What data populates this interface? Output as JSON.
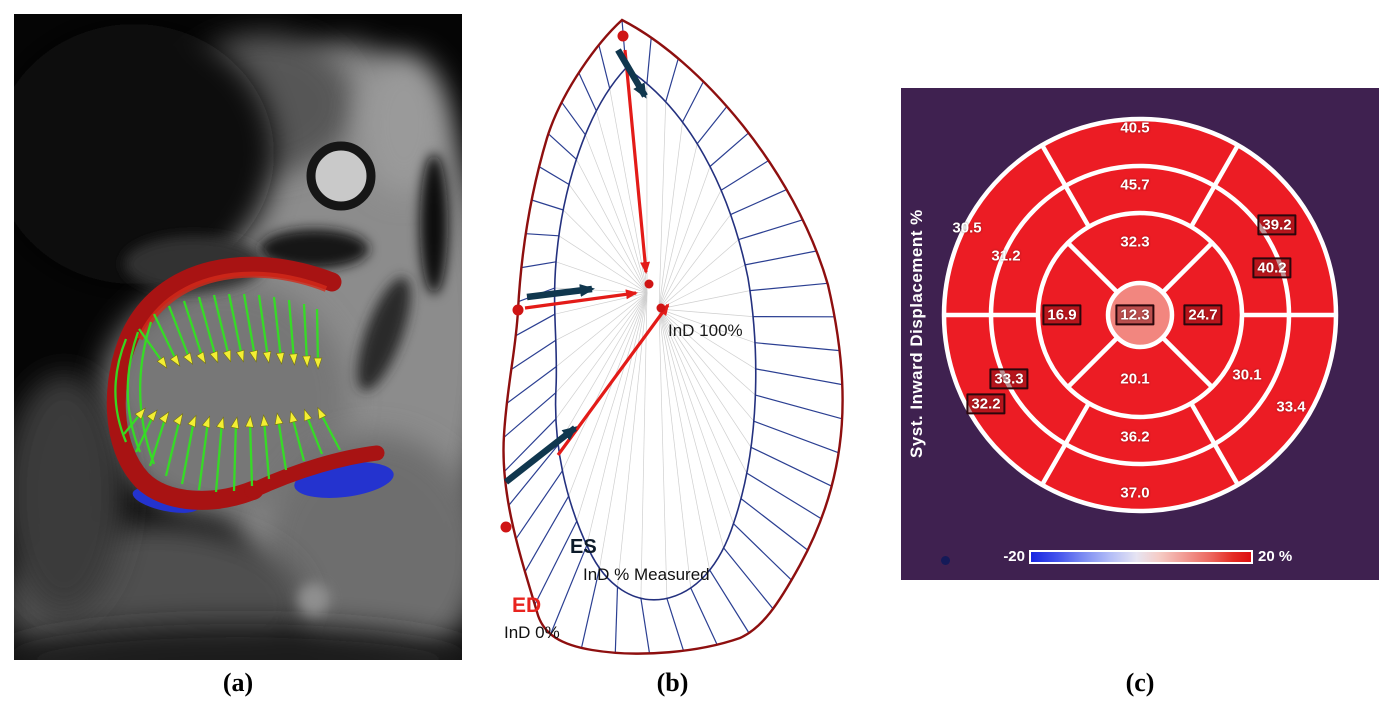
{
  "figure": {
    "panel_a_label": "(a)",
    "panel_b_label": "(b)",
    "panel_c_label": "(c)"
  },
  "panel_b": {
    "labels": {
      "ind_100": "InD 100%",
      "es": "ES",
      "ind_measured": "InD % Measured",
      "ed": "ED",
      "ind_0": "InD 0%"
    }
  },
  "chart_data": {
    "type": "heatmap",
    "subtype": "left-ventricle-bullseye-17-segment",
    "title": "Syst. Inward Displacement %",
    "units": "%",
    "palette": {
      "segment_red": "#ec1c24",
      "apex_pink": "#f2867f",
      "background": "#3f2150"
    },
    "colorbar": {
      "min": -20,
      "max": 20,
      "min_label": "-20",
      "max_label": "20 %"
    },
    "rings": [
      {
        "name": "outer-basal",
        "positions": [
          "top",
          "upper-left",
          "upper-right",
          "lower-left",
          "lower-right",
          "bottom"
        ],
        "values": [
          40.5,
          30.5,
          39.2,
          32.2,
          33.4,
          37.0
        ],
        "labels": [
          "40.5",
          "30.5",
          "39.2",
          "32.2",
          "33.4",
          "37.0"
        ]
      },
      {
        "name": "mid",
        "positions": [
          "top",
          "upper-left",
          "upper-right",
          "lower-left",
          "lower-right",
          "bottom"
        ],
        "values": [
          45.7,
          31.2,
          40.2,
          33.3,
          30.1,
          36.2
        ],
        "labels": [
          "45.7",
          "31.2",
          "40.2",
          "33.3",
          "30.1",
          "36.2"
        ]
      },
      {
        "name": "apical",
        "positions": [
          "top",
          "left",
          "right",
          "bottom"
        ],
        "values": [
          32.3,
          16.9,
          24.7,
          20.1
        ],
        "labels": [
          "32.3",
          "16.9",
          "24.7",
          "20.1"
        ]
      },
      {
        "name": "apex-center",
        "positions": [
          "center"
        ],
        "values": [
          12.3
        ],
        "labels": [
          "12.3"
        ]
      }
    ]
  }
}
